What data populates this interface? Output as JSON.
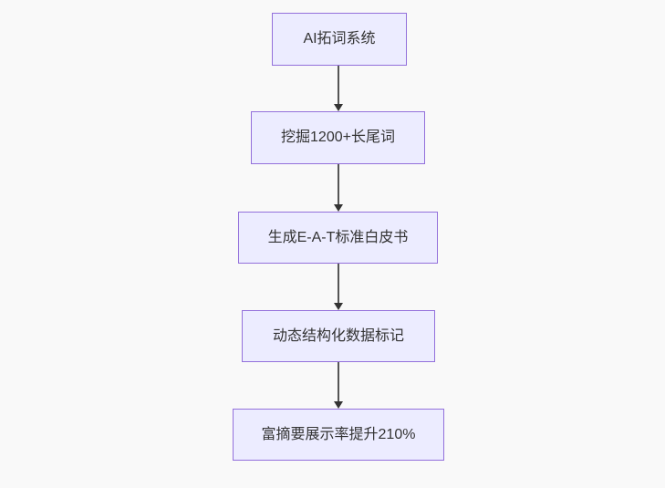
{
  "canvas": {
    "background": "#f9f9f9"
  },
  "diagram": {
    "type": "flowchart",
    "direction": "top-down",
    "style": {
      "node_fill": "#ececff",
      "node_border": "#9370db",
      "edge_color": "#555555",
      "arrowhead_color": "#333333",
      "text_color": "#333333"
    },
    "nodes": [
      {
        "id": "n1",
        "label": "AI拓词系统"
      },
      {
        "id": "n2",
        "label": "挖掘1200+长尾词"
      },
      {
        "id": "n3",
        "label": "生成E-A-T标准白皮书"
      },
      {
        "id": "n4",
        "label": "动态结构化数据标记"
      },
      {
        "id": "n5",
        "label": "富摘要展示率提升210%"
      }
    ],
    "edges": [
      {
        "from": "n1",
        "to": "n2"
      },
      {
        "from": "n2",
        "to": "n3"
      },
      {
        "from": "n3",
        "to": "n4"
      },
      {
        "from": "n4",
        "to": "n5"
      }
    ]
  }
}
